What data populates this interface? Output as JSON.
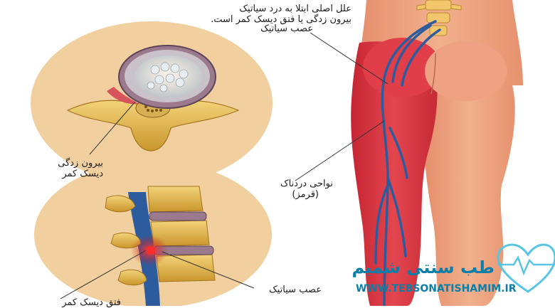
{
  "labels": {
    "intro_line1": "علل اصلی ابتلا به درد سیاتیک",
    "intro_line2": "بیرون زدگی یا فتق دیسک کمر است.",
    "sciatic_nerve_top": "عصب سیاتیک",
    "disc_bulge_line1": "بیرون زدگی",
    "disc_bulge_line2": "دیسک کمر",
    "pain_areas_line1": "نواحی دردناک",
    "pain_areas_line2": "(قرمز)",
    "sciatic_nerve_bottom": "عصب سیاتیک",
    "disc_herniation": "فتق دیسک کمر"
  },
  "brand": {
    "name": "طب سنتی شمیم",
    "url": "WWW.TEBSONATISHAMIM.IR",
    "logo_icon": "heart-pulse-icon"
  },
  "colors": {
    "pain_red": "#d8343e",
    "skin": "#eca27e",
    "nerve_blue": "#2d5c9e",
    "disc_bg": "#f1cf9e",
    "bone_yellow": "#e6b94a",
    "brand_text": "#0b7fa8",
    "brand_heart": "#58c5e5"
  }
}
